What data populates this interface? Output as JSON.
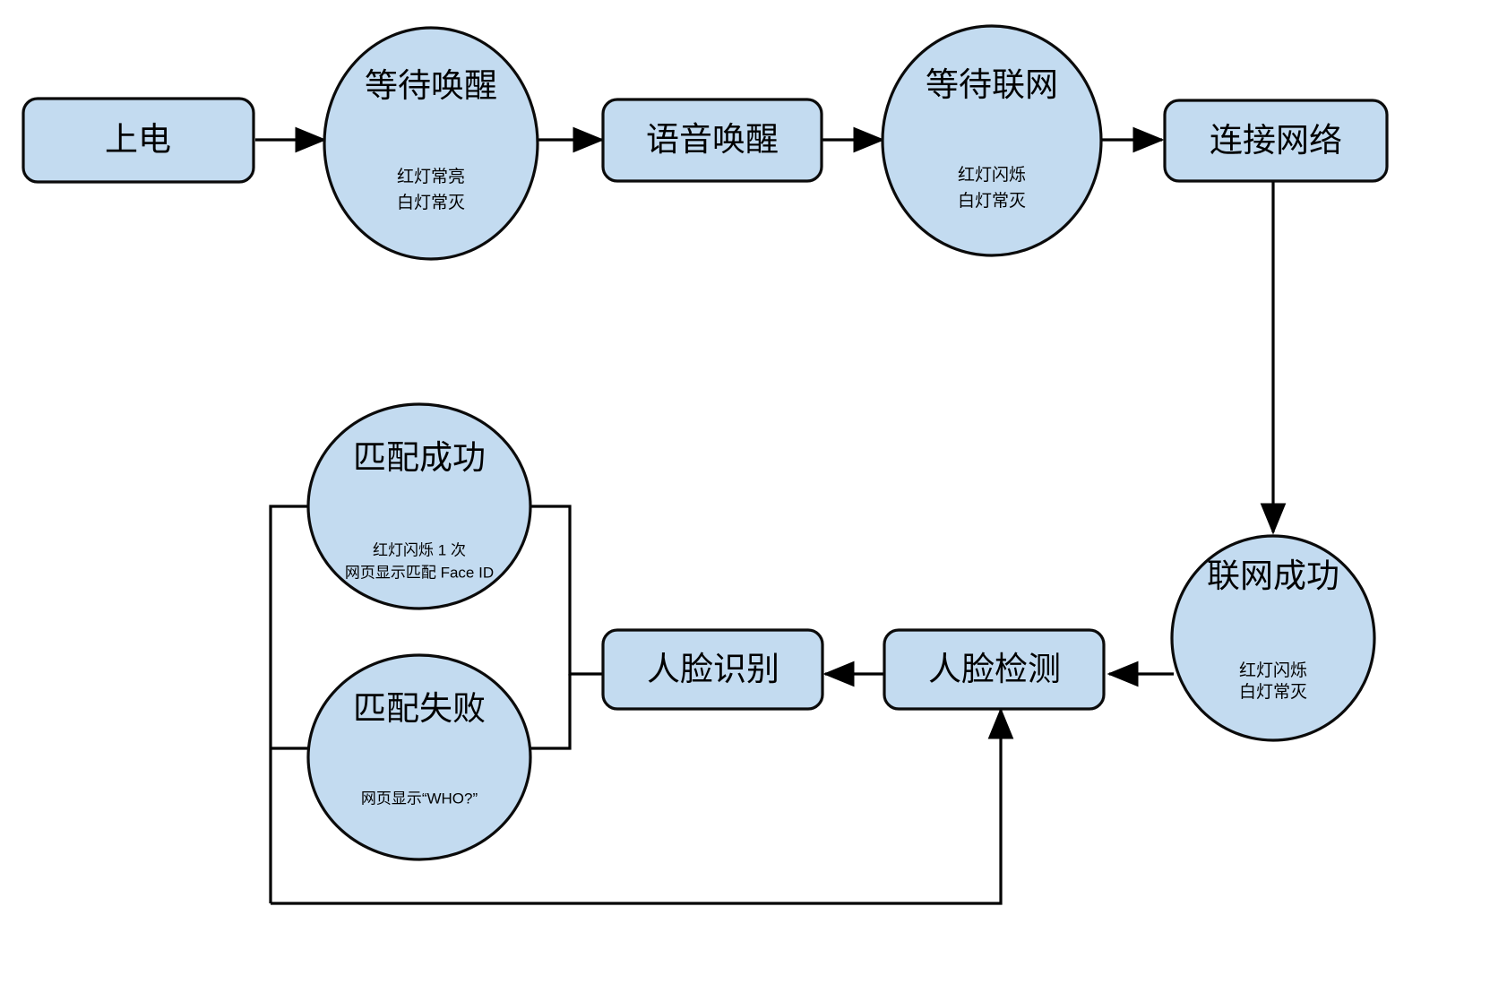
{
  "diagram": {
    "type": "flowchart",
    "title": "",
    "background_color": "#ffffff",
    "shape_fill_color": "#c3dbf0",
    "shape_stroke_color": "#0b0b0b",
    "edge_color": "#000000",
    "nodes": [
      {
        "id": "power-on",
        "shape": "rounded-rect",
        "label": "上电",
        "sub_lines": []
      },
      {
        "id": "wait-wakeup",
        "shape": "ellipse",
        "label": "等待唤醒",
        "sub_lines": [
          "红灯常亮",
          "白灯常灭"
        ]
      },
      {
        "id": "voice-wakeup",
        "shape": "rounded-rect",
        "label": "语音唤醒",
        "sub_lines": []
      },
      {
        "id": "wait-network",
        "shape": "ellipse",
        "label": "等待联网",
        "sub_lines": [
          "红灯闪烁",
          "白灯常灭"
        ]
      },
      {
        "id": "connect-network",
        "shape": "rounded-rect",
        "label": "连接网络",
        "sub_lines": []
      },
      {
        "id": "network-success",
        "shape": "ellipse",
        "label": "联网成功",
        "sub_lines": [
          "红灯闪烁",
          "白灯常灭"
        ]
      },
      {
        "id": "face-detect",
        "shape": "rounded-rect",
        "label": "人脸检测",
        "sub_lines": []
      },
      {
        "id": "face-recognize",
        "shape": "rounded-rect",
        "label": "人脸识别",
        "sub_lines": []
      },
      {
        "id": "match-success",
        "shape": "ellipse",
        "label": "匹配成功",
        "sub_lines": [
          "红灯闪烁 1 次",
          "网页显示匹配 Face ID"
        ]
      },
      {
        "id": "match-fail",
        "shape": "ellipse",
        "label": "匹配失败",
        "sub_lines": [
          "网页显示“WHO?”"
        ]
      }
    ],
    "edges": [
      {
        "id": "e1",
        "from": "power-on",
        "to": "wait-wakeup",
        "arrow": true,
        "label": ""
      },
      {
        "id": "e2",
        "from": "wait-wakeup",
        "to": "voice-wakeup",
        "arrow": true,
        "label": ""
      },
      {
        "id": "e3",
        "from": "voice-wakeup",
        "to": "wait-network",
        "arrow": true,
        "label": ""
      },
      {
        "id": "e4",
        "from": "wait-network",
        "to": "connect-network",
        "arrow": true,
        "label": ""
      },
      {
        "id": "e5",
        "from": "connect-network",
        "to": "network-success",
        "arrow": true,
        "label": ""
      },
      {
        "id": "e6",
        "from": "network-success",
        "to": "face-detect",
        "arrow": true,
        "label": ""
      },
      {
        "id": "e7",
        "from": "face-detect",
        "to": "face-recognize",
        "arrow": true,
        "label": ""
      },
      {
        "id": "e8",
        "from": "face-recognize",
        "to": "match-success",
        "arrow": false,
        "label": ""
      },
      {
        "id": "e9",
        "from": "face-recognize",
        "to": "match-fail",
        "arrow": false,
        "label": ""
      },
      {
        "id": "e10",
        "from": "match-fail",
        "to": "face-detect",
        "arrow": true,
        "label": ""
      }
    ]
  }
}
